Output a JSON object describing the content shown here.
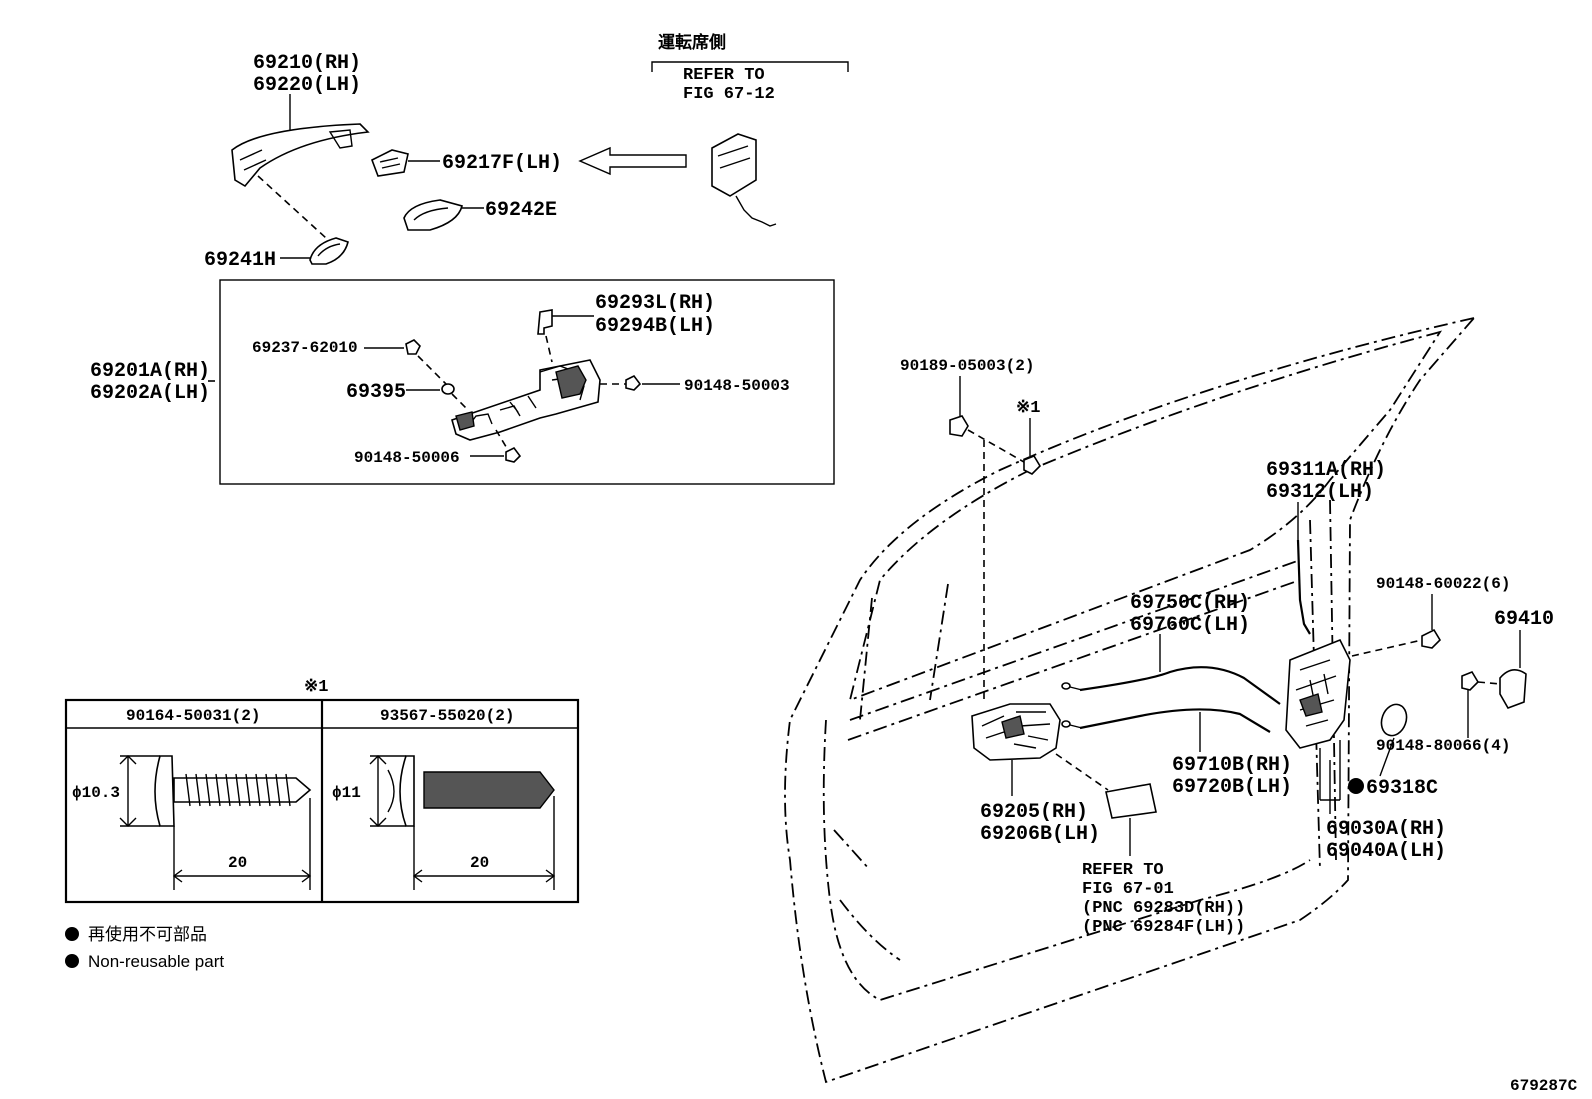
{
  "labels": {
    "driver_side": "運転席側",
    "refer_to_1": "REFER TO",
    "fig_67_12": "FIG 67-12",
    "p69210": "69210(RH)",
    "p69220": "69220(LH)",
    "p69217F": "69217F(LH)",
    "p69242E": "69242E",
    "p69241H": "69241H",
    "p69293L": "69293L(RH)",
    "p69294B": "69294B(LH)",
    "p69237": "69237-62010",
    "p69201A": "69201A(RH)",
    "p69202A": "69202A(LH)",
    "p69395": "69395",
    "p90148_50003": "90148-50003",
    "p90148_50006": "90148-50006",
    "p90189": "90189-05003(2)",
    "note_mark_1": "※1",
    "p69311A": "69311A(RH)",
    "p69312": "69312(LH)",
    "p90148_60022": "90148-60022(6)",
    "p69410": "69410",
    "p69750C": "69750C(RH)",
    "p69760C": "69760C(LH)",
    "p90148_80066": "90148-80066(4)",
    "p69710B": "69710B(RH)",
    "p69720B": "69720B(LH)",
    "p69318C": "69318C",
    "p69205": "69205(RH)",
    "p69206B": "69206B(LH)",
    "p69030A": "69030A(RH)",
    "p69040A": "69040A(LH)",
    "refer_to_2": "REFER TO",
    "fig_67_01": "FIG 67-01",
    "pnc_rh": "(PNC 69283D(RH))",
    "pnc_lh": "(PNC 69284F(LH))",
    "figure_id": "679287C"
  },
  "screw_table": {
    "mark": "※1",
    "col1_header": "90164-50031(2)",
    "col2_header": "93567-55020(2)",
    "col1_dia": "ϕ10.3",
    "col2_dia": "ϕ11",
    "col1_len": "20",
    "col2_len": "20"
  },
  "legend": {
    "jp": "再使用不可部品",
    "en": "Non-reusable part"
  }
}
